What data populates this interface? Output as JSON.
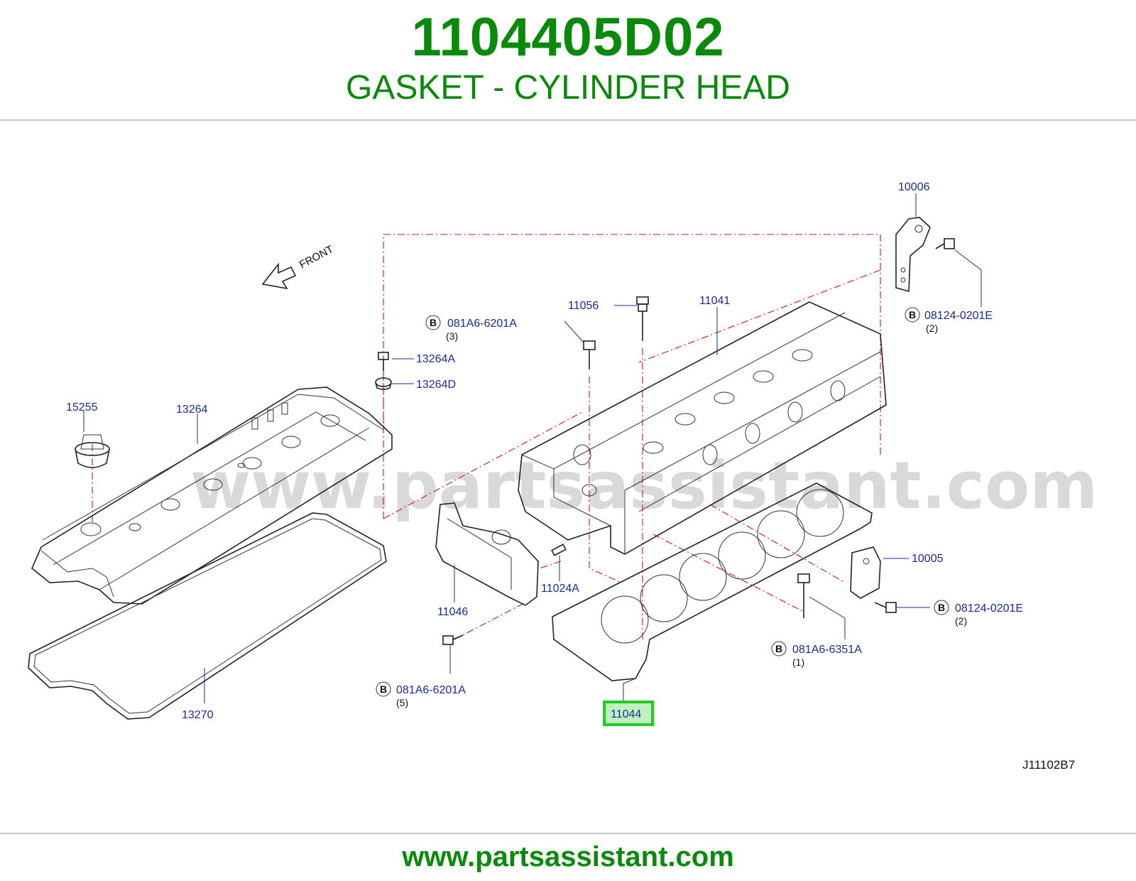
{
  "header": {
    "part_number": "1104405D02",
    "part_name": "GASKET - CYLINDER HEAD"
  },
  "diagram": {
    "watermark": "www.partsassistant.com",
    "front_label": "FRONT",
    "ref_code": "J11102B7",
    "highlight_color": "#22cc22",
    "label_color": "#1a2a9a",
    "labels": {
      "p10006": "10006",
      "p08124_top": "08124-0201E",
      "p08124_top_qty": "(2)",
      "p11056": "11056",
      "p11041": "11041",
      "p081A6_6201A_top": "081A6-6201A",
      "p081A6_6201A_top_qty": "(3)",
      "p13264A": "13264A",
      "p13264D": "13264D",
      "p15255": "15255",
      "p13264": "13264",
      "p10005": "10005",
      "p08124_right": "08124-0201E",
      "p08124_right_qty": "(2)",
      "p11024A": "11024A",
      "p11046": "11046",
      "p081A6_6351A": "081A6-6351A",
      "p081A6_6351A_qty": "(1)",
      "p081A6_6201A_bot": "081A6-6201A",
      "p081A6_6201A_bot_qty": "(5)",
      "p13270": "13270",
      "p11044": "11044",
      "b": "B"
    }
  },
  "footer": {
    "url": "www.partsassistant.com"
  }
}
